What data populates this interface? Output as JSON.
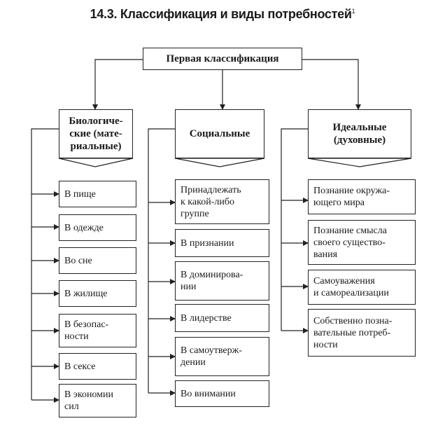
{
  "title": {
    "text": "14.3. Классификация и виды потребностей",
    "footnote": "1"
  },
  "root": {
    "label": "Первая классификация"
  },
  "categories": [
    {
      "label": "Биологиче-\nские (мате-\nриальные)",
      "items": [
        "В пище",
        "В одежде",
        "Во сне",
        "В жилище",
        "В безопас-\nности",
        "В сексе",
        "В экономии\nсил"
      ]
    },
    {
      "label": "Социальные",
      "items": [
        "Принадлежать\nк какой-либо\nгруппе",
        "В признании",
        "В доминирова-\nнии",
        "В лидерстве",
        "В самоутверж-\nдении",
        "Во внимании"
      ]
    },
    {
      "label": "Идеальные\n(духовные)",
      "items": [
        "Познание окружа-\nющего мира",
        "Познание смысла\nсвоего существо-\nвания",
        "Самоуважения\nи самореализации",
        "Собственно позна-\nвательные потреб-\nности"
      ]
    }
  ]
}
